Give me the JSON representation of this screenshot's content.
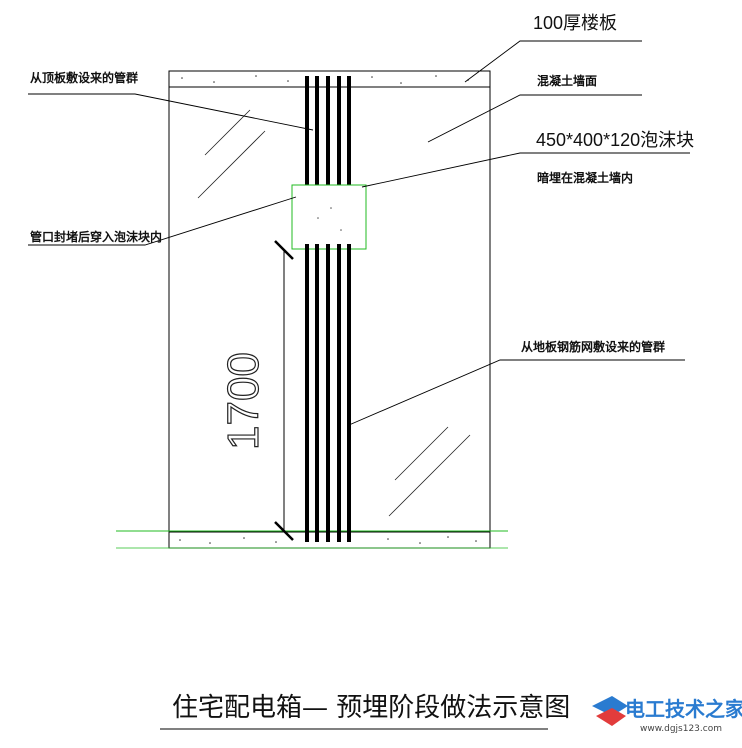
{
  "labels": {
    "slab": "100厚楼板",
    "wall": "混凝土墙面",
    "top_pipes": "从顶板敷设来的管群",
    "foam_block": "450*400*120泡沫块",
    "foam_block_note": "暗埋在混凝土墙内",
    "pipe_seal": "管口封堵后穿入泡沫块内",
    "floor_pipes": "从地板钢筋网敷设来的管群"
  },
  "dimension": {
    "value": "1700"
  },
  "title": "住宅配电箱— 预埋阶段做法示意图",
  "watermark": {
    "name": "电工技术之家",
    "url": "www.dgjs123.com"
  },
  "colors": {
    "line": "#000000",
    "guide": "#22bb22",
    "watermark": "#2a7bd0"
  }
}
